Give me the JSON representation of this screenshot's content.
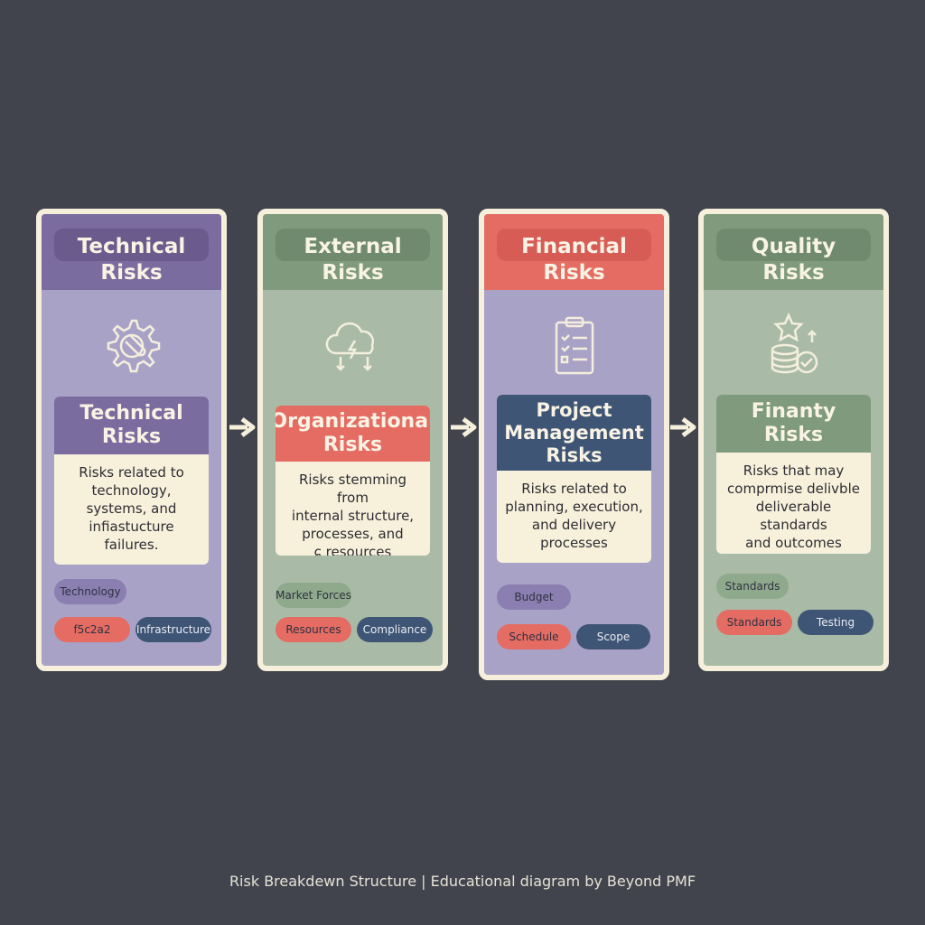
{
  "colors": {
    "background": "#41444d",
    "frame": "#f5efdc",
    "purple": "#7a6c9e",
    "purple_light": "#a9a2c7",
    "green": "#7f9a7d",
    "green_light": "#a9bba6",
    "red": "#e46c63",
    "navy": "#3f5575",
    "cream": "#f7f1dc"
  },
  "columns": [
    {
      "title": "Technical\nRisks",
      "icon": "gear-wrench-icon",
      "card_title": "Technical\nRisks",
      "card_body": "Risks related to\ntechnology,\nsystems, and\ninfiastucture\nfailures.",
      "tags": [
        "Technology",
        "f5c2a2",
        "Infrastructure"
      ]
    },
    {
      "title": "External\nRisks",
      "icon": "storm-cloud-icon",
      "card_title": "Organizational\nRisks",
      "card_body": "Risks stemming from\ninternal structure,\nprocesses, and\nɕ resources",
      "tags": [
        "Market Forces",
        "Resources",
        "Compliance"
      ]
    },
    {
      "title": "Financial\nRisks",
      "icon": "clipboard-checklist-icon",
      "card_title": "Project\nManagement\nRisks",
      "card_body": "Risks related to\nplanning, execution,\nand delivery\nprocesses",
      "tags": [
        "Budget",
        "Schedule",
        "Scope"
      ]
    },
    {
      "title": "Quality\nRisks",
      "icon": "star-coins-check-icon",
      "card_title": "Finanty\nRisks",
      "card_body": "Risks that may\ncomprmise delivble\ndeliverable standards\nand outcomes",
      "tags": [
        "Standards",
        "Standards",
        "Testing"
      ]
    }
  ],
  "caption": "Risk Breakdewn Structure | Educational diagram by Beyond PMF"
}
